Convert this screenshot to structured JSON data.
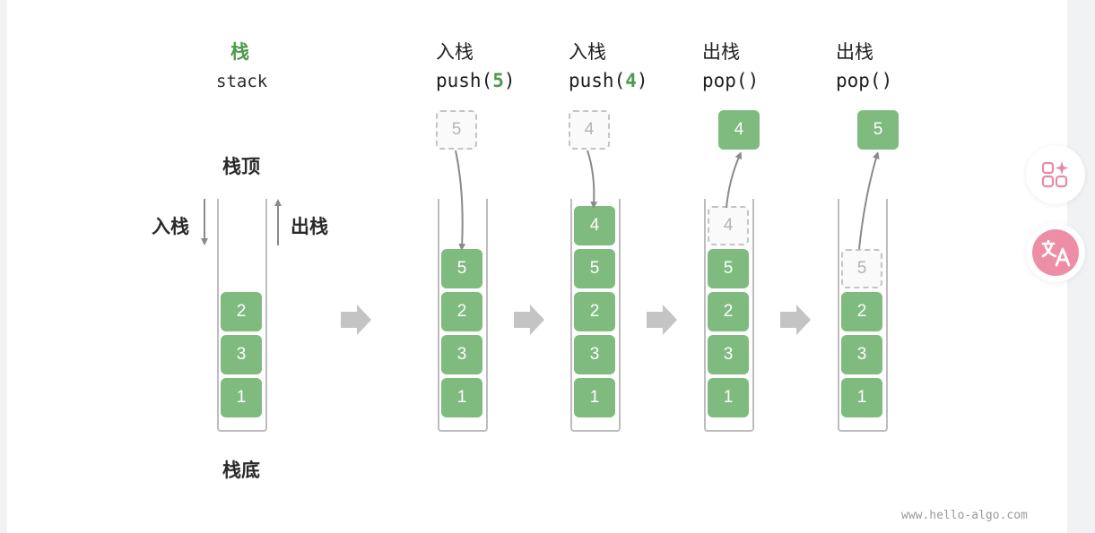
{
  "stack_panel": {
    "title": "栈",
    "subtitle": "stack",
    "top_label": "栈顶",
    "bottom_label": "栈底",
    "push_label": "入栈",
    "pop_label": "出栈",
    "items": [
      "2",
      "3",
      "1"
    ]
  },
  "steps": [
    {
      "op_cn": "入栈",
      "op_fn": "push(",
      "op_arg": "5",
      "op_close": ")",
      "moving": "5",
      "moving_style": "ghost",
      "items": [
        "5",
        "2",
        "3",
        "1"
      ],
      "ghost_top": ""
    },
    {
      "op_cn": "入栈",
      "op_fn": "push(",
      "op_arg": "4",
      "op_close": ")",
      "moving": "4",
      "moving_style": "ghost",
      "items": [
        "4",
        "5",
        "2",
        "3",
        "1"
      ],
      "ghost_top": ""
    },
    {
      "op_cn": "出栈",
      "op_fn": "pop()",
      "op_arg": "",
      "op_close": "",
      "moving": "4",
      "moving_style": "solid",
      "items": [
        "5",
        "2",
        "3",
        "1"
      ],
      "ghost_top": "4"
    },
    {
      "op_cn": "出栈",
      "op_fn": "pop()",
      "op_arg": "",
      "op_close": "",
      "moving": "5",
      "moving_style": "solid",
      "items": [
        "2",
        "3",
        "1"
      ],
      "ghost_top": "5"
    }
  ],
  "watermark": "www.hello-algo.com",
  "icons": {
    "apps": "apps-sparkle-icon",
    "translate": "translate-icon"
  },
  "colors": {
    "element": "#7fbb7f",
    "accent_text": "#4c9a4c",
    "arrow": "#8a8a8a",
    "step_arrow": "#c4c4c4",
    "translate_badge": "#ee8ea6"
  }
}
